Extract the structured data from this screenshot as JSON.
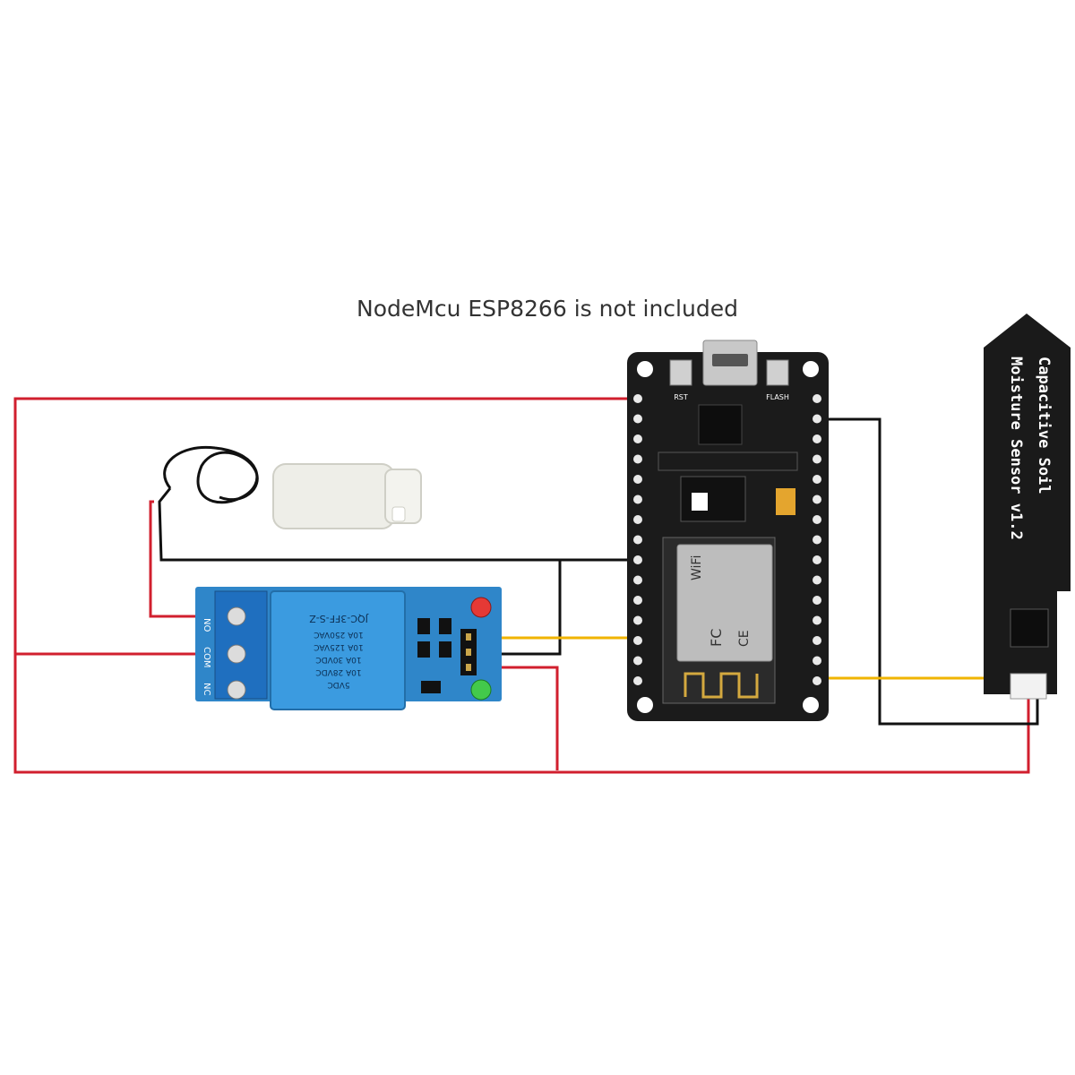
{
  "caption": "NodeMcu ESP8266 is not included",
  "sensor": {
    "line1": "Capacitive Soil",
    "line2": "Moisture Sensor v1.2"
  },
  "relay": {
    "model": "JQC-3FF-S-Z",
    "rating1": "10A 250VAC",
    "rating2": "10A 125VAC",
    "rating3": "10A 30VDC",
    "rating4": "10A 28VDC",
    "coil": "5VDC",
    "terminal_no": "NO",
    "terminal_com": "COM",
    "terminal_nc": "NC"
  },
  "nodemcu": {
    "wifi_label": "WiFi",
    "fcc_label": "FC",
    "ce_label": "CE",
    "rst_label": "RST",
    "flash_label": "FLASH"
  },
  "colors": {
    "wire_red": "#d11f2e",
    "wire_black": "#111111",
    "wire_yellow": "#f0b400",
    "board_black": "#1b1b1b",
    "relay_blue": "#2f86c9"
  }
}
